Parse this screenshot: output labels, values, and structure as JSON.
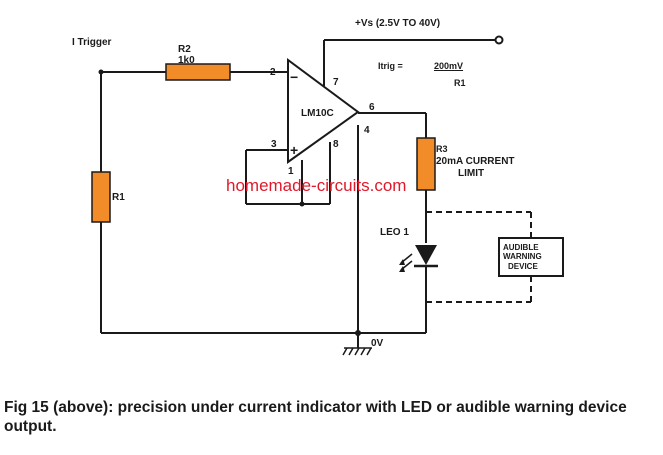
{
  "labels": {
    "trigger": "I Trigger",
    "r2_name": "R2",
    "r2_value": "1k0",
    "r1_name": "R1",
    "r3_name": "R3",
    "r3_desc": "20mA CURRENT",
    "r3_desc2": "LIMIT",
    "opamp": "LM10C",
    "pin2": "2",
    "pin3": "3",
    "pin7": "7",
    "pin6": "6",
    "pin4": "4",
    "pin1": "1",
    "pin8": "8",
    "minus": "−",
    "plus": "+",
    "supply": "+Vs (2.5V TO 40V)",
    "formula_lhs": "Itrig =",
    "formula_num": "200mV",
    "formula_den": "R1",
    "led": "LEO 1",
    "ground": "0V",
    "device_line1": "AUDIBLE",
    "device_line2": "WARNING",
    "device_line3": "DEVICE"
  },
  "watermark": "homemade-circuits.com",
  "caption": "Fig 15 (above): precision under current indicator with LED or audible warning device output.",
  "colors": {
    "wire": "#1a1a1a",
    "resistor_fill": "#f28c28",
    "watermark": "#e0192a"
  }
}
